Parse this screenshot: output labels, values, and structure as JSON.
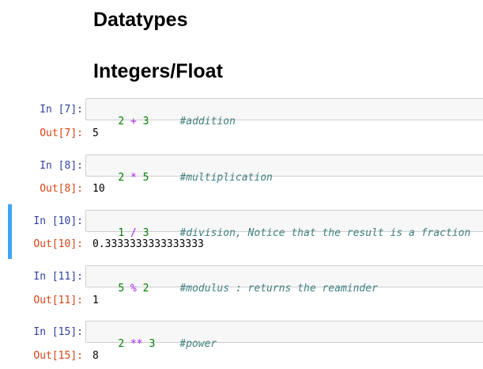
{
  "headings": {
    "title": "Datatypes",
    "subtitle": "Integers/Float"
  },
  "cells": [
    {
      "in_prompt": "In [7]:",
      "out_prompt": "Out[7]:",
      "left": "2",
      "op": "+",
      "right": "3",
      "comment": "#addition",
      "output": "5"
    },
    {
      "in_prompt": "In [8]:",
      "out_prompt": "Out[8]:",
      "left": "2",
      "op": "*",
      "right": "5",
      "comment": "#multiplication",
      "output": "10"
    },
    {
      "in_prompt": "In [10]:",
      "out_prompt": "Out[10]:",
      "left": "1",
      "op": "/",
      "right": "3",
      "comment": "#division, Notice that the result is a fraction",
      "output": "0.3333333333333333"
    },
    {
      "in_prompt": "In [11]:",
      "out_prompt": "Out[11]:",
      "left": "5",
      "op": "%",
      "right": "2",
      "comment": "#modulus : returns the reaminder",
      "output": "1"
    },
    {
      "in_prompt": "In [15]:",
      "out_prompt": "Out[15]:",
      "left": "2",
      "op": "**",
      "right": "3",
      "comment": "#power",
      "output": "8"
    }
  ],
  "colors": {
    "selected_cell_bar": "#42a5f5",
    "in_prompt": "#303f9f",
    "out_prompt": "#d84315",
    "number": "#008000",
    "operator": "#aa22ff",
    "comment": "#408080"
  }
}
